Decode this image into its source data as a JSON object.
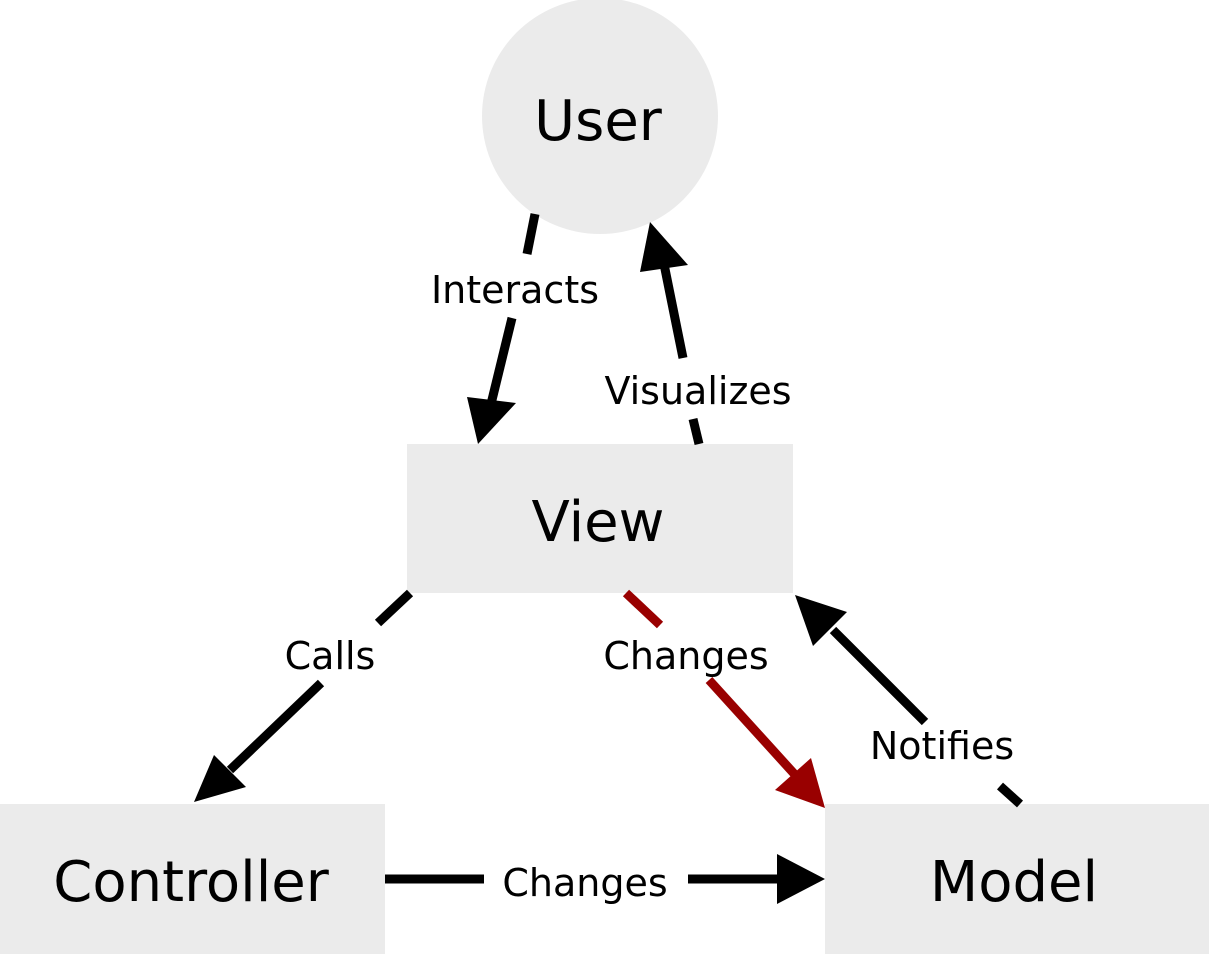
{
  "colors": {
    "node_fill": "#ebebeb",
    "edge_default": "#000000",
    "edge_highlight": "#990000",
    "background": "#ffffff"
  },
  "nodes": {
    "user": {
      "label": "User",
      "shape": "circle"
    },
    "view": {
      "label": "View",
      "shape": "rectangle"
    },
    "controller": {
      "label": "Controller",
      "shape": "rectangle"
    },
    "model": {
      "label": "Model",
      "shape": "rectangle"
    }
  },
  "edges": {
    "user_to_view": {
      "from": "User",
      "to": "View",
      "label": "Interacts",
      "color": "#000000"
    },
    "view_to_user": {
      "from": "View",
      "to": "User",
      "label": "Visualizes",
      "color": "#000000"
    },
    "view_to_controller": {
      "from": "View",
      "to": "Controller",
      "label": "Calls",
      "color": "#000000"
    },
    "view_to_model": {
      "from": "View",
      "to": "Model",
      "label": "Changes",
      "color": "#990000"
    },
    "model_to_view": {
      "from": "Model",
      "to": "View",
      "label": "Notifies",
      "color": "#000000"
    },
    "controller_to_model": {
      "from": "Controller",
      "to": "Model",
      "label": "Changes",
      "color": "#000000"
    }
  }
}
